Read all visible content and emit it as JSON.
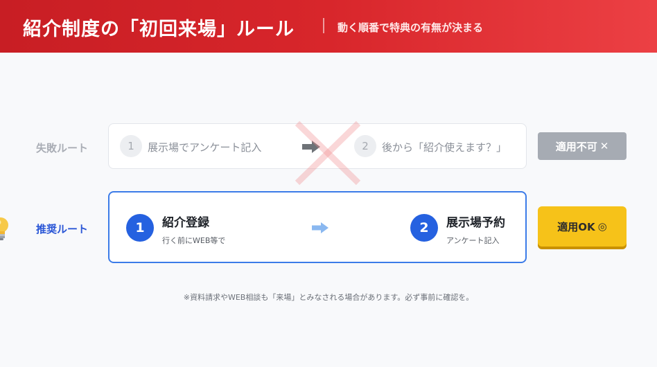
{
  "header": {
    "title": "紹介制度の「初回来場」ルール",
    "subtitle": "動く順番で特典の有無が決まる"
  },
  "fail_route": {
    "label": "失敗ルート",
    "step1": {
      "number": "1",
      "text": "展示場でアンケート記入"
    },
    "step2": {
      "number": "2",
      "text": "後から「紹介使えます？」"
    },
    "badge": {
      "text": "適用不可",
      "icon": "✕"
    }
  },
  "recommended_route": {
    "label": "推奨ルート",
    "step1": {
      "number": "1",
      "title": "紹介登録",
      "sub": "行く前にWEB等で"
    },
    "step2": {
      "number": "2",
      "title": "展示場予約",
      "sub": "アンケート記入"
    },
    "badge": {
      "text": "適用OK",
      "icon": "◎"
    }
  },
  "footnote": "※資料請求やWEB相談も「来場」とみなされる場合があります。必ず事前に確認を。",
  "icons": [
    "lightbulb-icon",
    "arrow-right-icon",
    "cross-mark-icon"
  ],
  "colors": {
    "header_red": "#d8262b",
    "accent_blue": "#2561e0",
    "ok_yellow": "#f6c219",
    "ng_grey": "#a6abb3"
  }
}
